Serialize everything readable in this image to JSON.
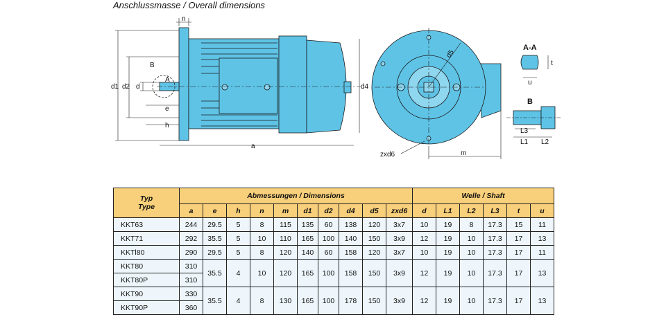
{
  "title": "Anschlussmasse / Overall dimensions",
  "drawing": {
    "labels": {
      "n": "n",
      "B": "B",
      "A": "A",
      "d1": "d1",
      "d2": "d2",
      "d": "d",
      "e": "e",
      "h": "h",
      "a": "a",
      "d4": "d4",
      "d5": "d5",
      "zxd6": "zxd6",
      "m": "m",
      "section": "A-A",
      "t": "t",
      "u": "u",
      "detail": "B",
      "L3": "L3",
      "L1": "L1",
      "L2": "L2"
    },
    "colors": {
      "body": "#5fc3e6",
      "outline": "#1a1a1a"
    }
  },
  "table": {
    "type_header": [
      "Typ",
      "Type"
    ],
    "dimensions_header": "Abmessungen / Dimensions",
    "shaft_header": "Welle / Shaft",
    "columns": [
      "a",
      "e",
      "h",
      "n",
      "m",
      "d1",
      "d2",
      "d4",
      "d5",
      "zxd6",
      "d",
      "L1",
      "L2",
      "L3",
      "t",
      "u"
    ],
    "rows": [
      {
        "type": "KKT63",
        "a": "244",
        "e": "29.5",
        "h": "5",
        "n": "8",
        "m": "115",
        "d1": "135",
        "d2": "60",
        "d4": "138",
        "d5": "120",
        "zxd6": "3x7",
        "d": "10",
        "L1": "19",
        "L2": "8",
        "L3": "17.3",
        "t": "15",
        "u": "11"
      },
      {
        "type": "KKT71",
        "a": "292",
        "e": "35.5",
        "h": "5",
        "n": "10",
        "m": "110",
        "d1": "165",
        "d2": "100",
        "d4": "140",
        "d5": "150",
        "zxd6": "3x9",
        "d": "12",
        "L1": "19",
        "L2": "10",
        "L3": "17.3",
        "t": "17",
        "u": "13"
      },
      {
        "type": "KKTl80",
        "a": "290",
        "e": "29.5",
        "h": "5",
        "n": "8",
        "m": "120",
        "d1": "140",
        "d2": "60",
        "d4": "158",
        "d5": "120",
        "zxd6": "3x7",
        "d": "10",
        "L1": "19",
        "L2": "10",
        "L3": "17.3",
        "t": "17",
        "u": "11"
      },
      {
        "type": "KKT80",
        "a": "310",
        "e": "35.5",
        "h": "4",
        "n": "10",
        "m": "120",
        "d1": "165",
        "d2": "100",
        "d4": "158",
        "d5": "150",
        "zxd6": "3x9",
        "d": "12",
        "L1": "19",
        "L2": "10",
        "L3": "17.3",
        "t": "17",
        "u": "13"
      },
      {
        "type": "KKT80P",
        "a": "310"
      },
      {
        "type": "KKT90",
        "a": "330",
        "e": "35.5",
        "h": "4",
        "n": "8",
        "m": "130",
        "d1": "165",
        "d2": "100",
        "d4": "178",
        "d5": "150",
        "zxd6": "3x9",
        "d": "12",
        "L1": "19",
        "L2": "10",
        "L3": "17.3",
        "t": "17",
        "u": "13"
      },
      {
        "type": "KKT90P",
        "a": "360"
      }
    ]
  }
}
